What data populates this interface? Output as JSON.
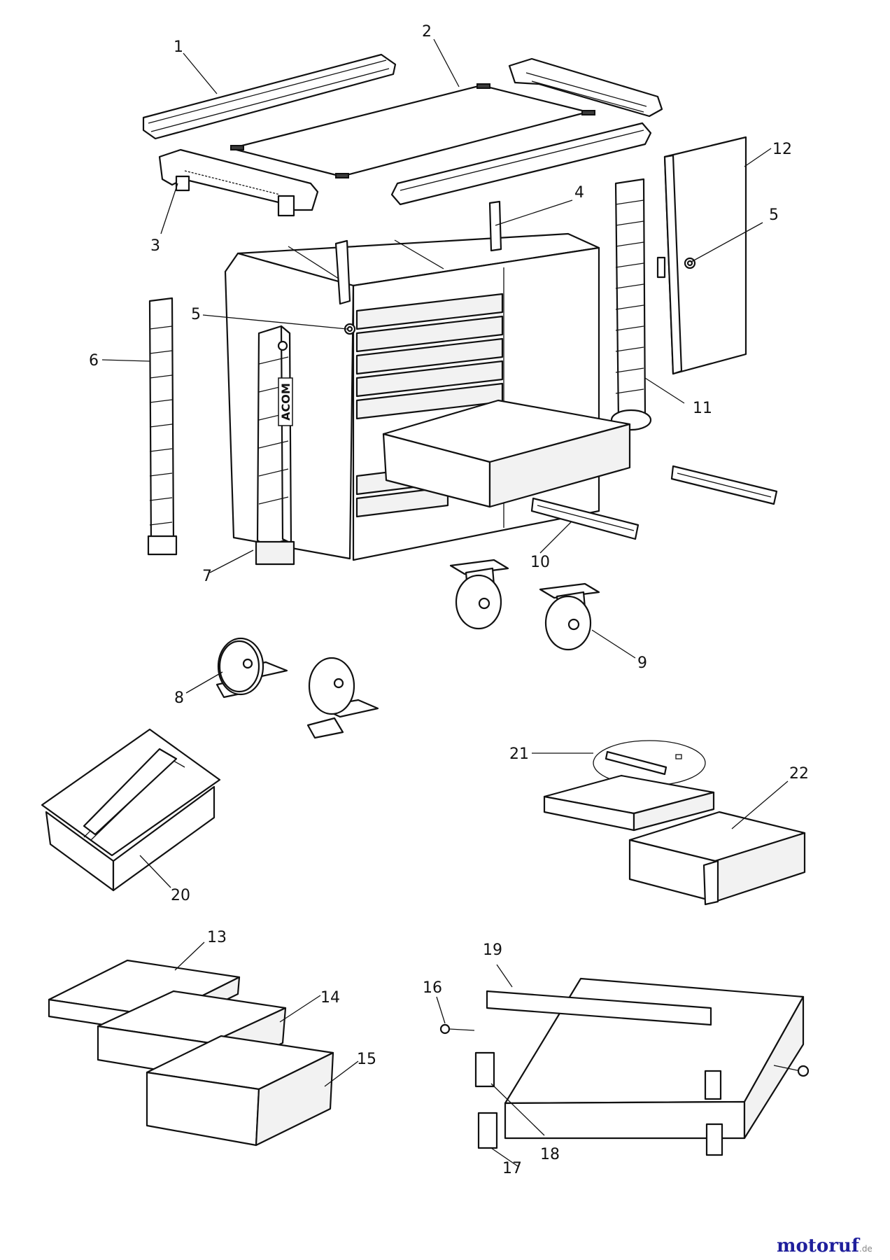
{
  "diagram": {
    "callouts": [
      {
        "id": "1",
        "label": "1"
      },
      {
        "id": "2",
        "label": "2"
      },
      {
        "id": "3",
        "label": "3"
      },
      {
        "id": "4",
        "label": "4"
      },
      {
        "id": "5a",
        "label": "5"
      },
      {
        "id": "5b",
        "label": "5"
      },
      {
        "id": "6",
        "label": "6"
      },
      {
        "id": "7",
        "label": "7"
      },
      {
        "id": "8",
        "label": "8"
      },
      {
        "id": "9",
        "label": "9"
      },
      {
        "id": "10",
        "label": "10"
      },
      {
        "id": "11",
        "label": "11"
      },
      {
        "id": "12",
        "label": "12"
      },
      {
        "id": "13",
        "label": "13"
      },
      {
        "id": "14",
        "label": "14"
      },
      {
        "id": "15",
        "label": "15"
      },
      {
        "id": "16",
        "label": "16"
      },
      {
        "id": "17",
        "label": "17"
      },
      {
        "id": "18",
        "label": "18"
      },
      {
        "id": "19",
        "label": "19"
      },
      {
        "id": "20",
        "label": "20"
      },
      {
        "id": "21",
        "label": "21"
      },
      {
        "id": "22",
        "label": "22"
      }
    ],
    "cabinet_marking": "ACOM"
  },
  "watermark": {
    "brand": "motoruf",
    "tld": ".de",
    "colors": {
      "brand": "#1f1f9c",
      "tld": "#888888"
    }
  }
}
